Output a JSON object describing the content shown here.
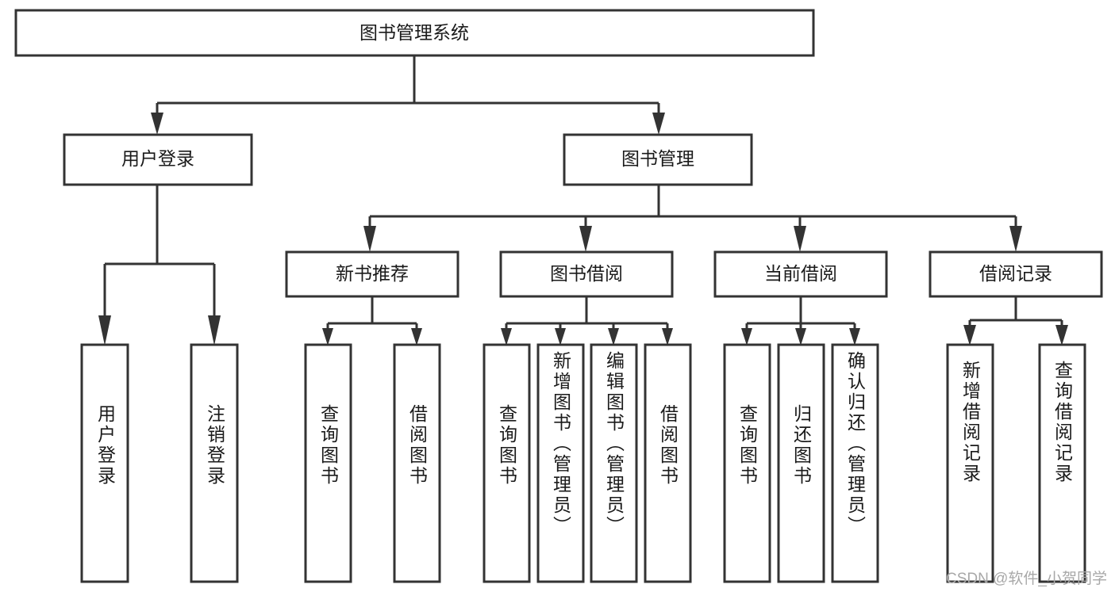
{
  "diagram": {
    "title": "图书管理系统",
    "type": "tree-hierarchy",
    "root": {
      "id": "root",
      "label": "图书管理系统",
      "orientation": "horizontal"
    },
    "level2": [
      {
        "id": "user-login",
        "label": "用户登录",
        "orientation": "horizontal"
      },
      {
        "id": "book-manage",
        "label": "图书管理",
        "orientation": "horizontal"
      }
    ],
    "level3": [
      {
        "id": "new-book-recommend",
        "label": "新书推荐",
        "orientation": "horizontal",
        "parent": "book-manage"
      },
      {
        "id": "book-borrow",
        "label": "图书借阅",
        "orientation": "horizontal",
        "parent": "book-manage"
      },
      {
        "id": "current-borrow",
        "label": "当前借阅",
        "orientation": "horizontal",
        "parent": "book-manage"
      },
      {
        "id": "borrow-record",
        "label": "借阅记录",
        "orientation": "horizontal",
        "parent": "book-manage"
      }
    ],
    "leaves": [
      {
        "id": "leaf-user-login",
        "label": "用户登录",
        "orientation": "vertical",
        "parent": "user-login"
      },
      {
        "id": "leaf-user-logout",
        "label": "注销登录",
        "orientation": "vertical",
        "parent": "user-login"
      },
      {
        "id": "leaf-query-book-1",
        "label": "查询图书",
        "orientation": "vertical",
        "parent": "new-book-recommend"
      },
      {
        "id": "leaf-borrow-book-1",
        "label": "借阅图书",
        "orientation": "vertical",
        "parent": "new-book-recommend"
      },
      {
        "id": "leaf-query-book-2",
        "label": "查询图书",
        "orientation": "vertical",
        "parent": "book-borrow"
      },
      {
        "id": "leaf-add-book",
        "label": "新增图书（管理员）",
        "orientation": "vertical",
        "parent": "book-borrow"
      },
      {
        "id": "leaf-edit-book",
        "label": "编辑图书（管理员）",
        "orientation": "vertical",
        "parent": "book-borrow"
      },
      {
        "id": "leaf-borrow-book-2",
        "label": "借阅图书",
        "orientation": "vertical",
        "parent": "book-borrow"
      },
      {
        "id": "leaf-query-book-3",
        "label": "查询图书",
        "orientation": "vertical",
        "parent": "current-borrow"
      },
      {
        "id": "leaf-return-book",
        "label": "归还图书",
        "orientation": "vertical",
        "parent": "current-borrow"
      },
      {
        "id": "leaf-confirm-return",
        "label": "确认归还（管理员）",
        "orientation": "vertical",
        "parent": "current-borrow"
      },
      {
        "id": "leaf-add-record",
        "label": "新增借阅记录",
        "orientation": "vertical",
        "parent": "borrow-record"
      },
      {
        "id": "leaf-query-record",
        "label": "查询借阅记录",
        "orientation": "vertical",
        "parent": "borrow-record"
      }
    ],
    "colors": {
      "stroke": "#333333",
      "fill": "#ffffff",
      "text": "#1a1a1a",
      "watermark": "#a8a8a8",
      "background": "#ffffff"
    }
  },
  "watermark": {
    "text": "CSDN @软件_小贺同学"
  }
}
